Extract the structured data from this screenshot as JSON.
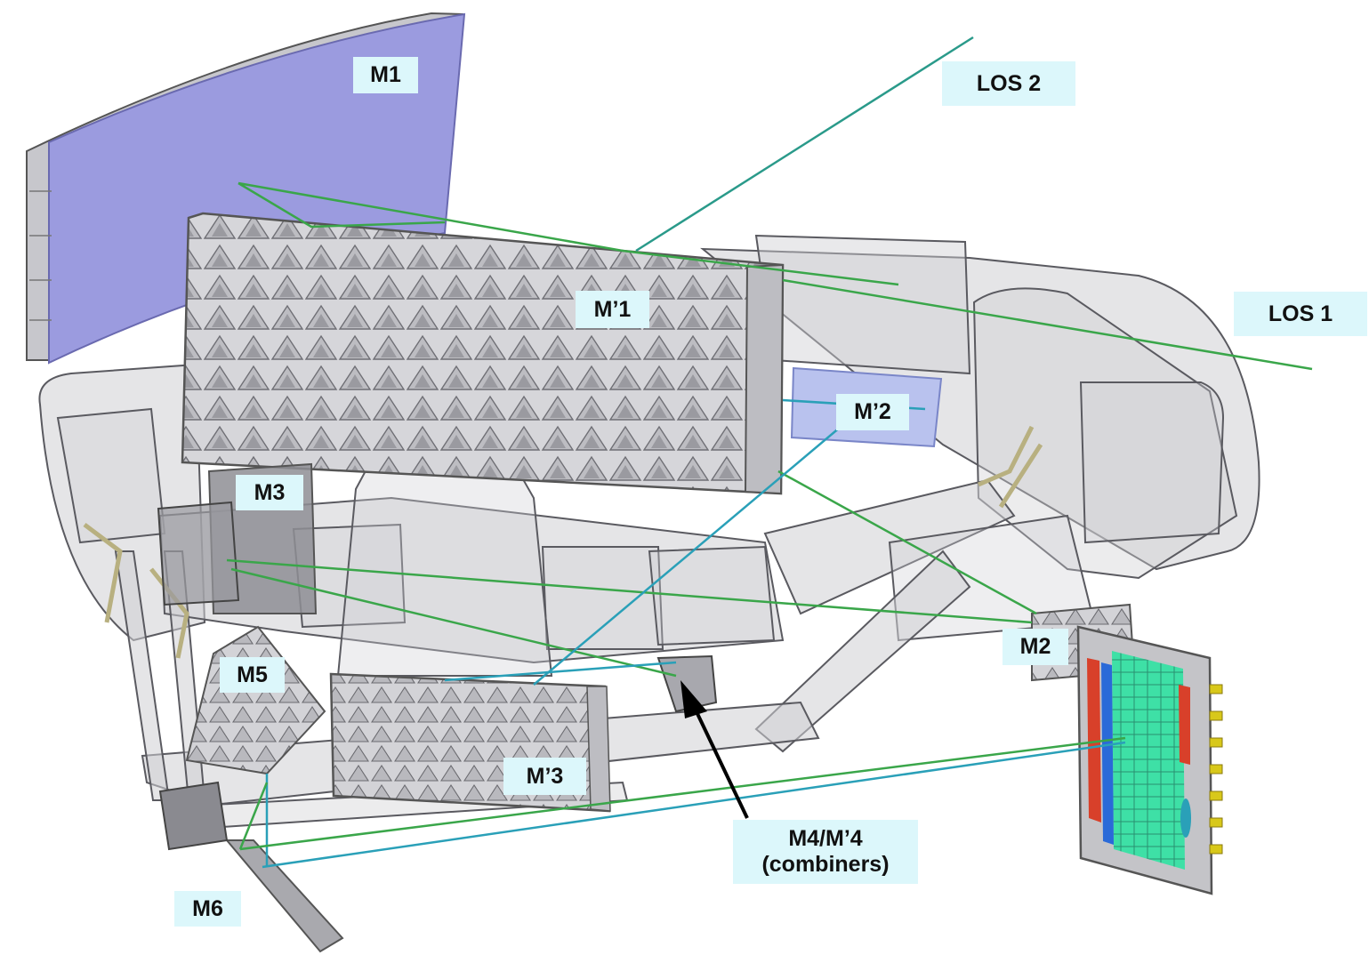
{
  "labels": {
    "m1": "M1",
    "los2": "LOS 2",
    "m_prime_1": "M’1",
    "los1": "LOS 1",
    "m_prime_2": "M’2",
    "m3": "M3",
    "m5": "M5",
    "m2": "M2",
    "m_prime_3": "M’3",
    "m4_line1": "M4/M’4",
    "m4_line2": "(combiners)",
    "m6": "M6"
  },
  "colors": {
    "primary_mirror": "#9b9bdf",
    "label_background": "#dcf7fb",
    "ray_green": "#3aa64a",
    "ray_cyan": "#2aa0b8",
    "ray_teal": "#2a9a8a",
    "structure_gray": "#c8c8cc",
    "structure_edge": "#555559",
    "detector_green": "#33dda0",
    "detector_red": "#d8402a",
    "detector_blue": "#2a6ad8",
    "connector_yellow": "#d8c81a"
  }
}
